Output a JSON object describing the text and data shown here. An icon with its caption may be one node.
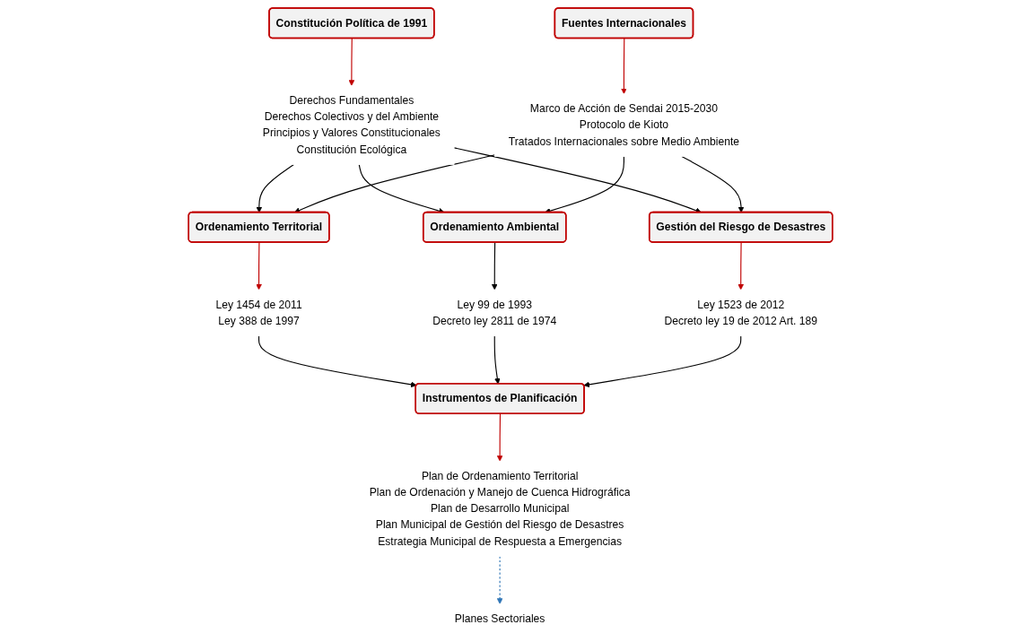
{
  "diagram": {
    "nodes": [
      {
        "text": [
          "Constitución Política de 1991"
        ]
      },
      {
        "text": [
          "Derechos Fundamentales",
          "Derechos Colectivos y del Ambiente",
          "Principios y Valores Constitucionales",
          "Constitución Ecológica"
        ]
      },
      {
        "text": [
          "Fuentes Internacionales"
        ]
      },
      {
        "text": [
          "Marco de Acción de Sendai 2015-2030",
          "Protocolo de Kioto",
          "Tratados Internacionales sobre Medio Ambiente"
        ]
      },
      {
        "text": [
          "Ordenamiento Territorial"
        ]
      },
      {
        "text": [
          "Ley 1454 de 2011",
          "Ley 388 de 1997"
        ]
      },
      {
        "text": [
          "Ordenamiento Ambiental"
        ]
      },
      {
        "text": [
          "Ley 99 de 1993",
          "Decreto ley 2811 de 1974"
        ]
      },
      {
        "text": [
          "Gestión del Riesgo de Desastres"
        ]
      },
      {
        "text": [
          "Ley 1523 de 2012",
          "Decreto ley 19 de 2012 Art. 189"
        ]
      },
      {
        "text": [
          "Instrumentos de Planificación"
        ]
      },
      {
        "text": [
          "Plan de Ordenamiento Territorial",
          "Plan de Ordenación y Manejo de Cuenca Hidrográfica",
          "Plan de Desarrollo Municipal",
          "Plan Municipal de Gestión del Riesgo de Desastres",
          "Estrategia Municipal de Respuesta a Emergencias"
        ]
      },
      {
        "text": [
          "Planes Sectoriales"
        ]
      }
    ],
    "edges": [
      {
        "from": 0,
        "to": 1,
        "arrow": "to",
        "color": "#c00000"
      },
      {
        "from": 2,
        "to": 3,
        "arrow": "to",
        "color": "#c00000"
      },
      {
        "from": 1,
        "to": 4,
        "arrow": "to"
      },
      {
        "from": 1,
        "to": 6,
        "arrow": "to"
      },
      {
        "from": 1,
        "to": 8,
        "arrow": "to"
      },
      {
        "from": 3,
        "to": 4,
        "arrow": "to"
      },
      {
        "from": 3,
        "to": 6,
        "arrow": "to"
      },
      {
        "from": 3,
        "to": 8,
        "arrow": "to"
      },
      {
        "from": 4,
        "to": 5,
        "arrow": "to",
        "color": "#c00000"
      },
      {
        "from": 6,
        "to": 7,
        "arrow": "to"
      },
      {
        "from": 8,
        "to": 9,
        "arrow": "to",
        "color": "#c00000"
      },
      {
        "from": 5,
        "to": 10,
        "arrow": "to"
      },
      {
        "from": 7,
        "to": 10,
        "arrow": "to"
      },
      {
        "from": 9,
        "to": 10,
        "arrow": "to"
      },
      {
        "from": 10,
        "to": 11,
        "arrow": "to",
        "color": "#c00000"
      },
      {
        "from": 11,
        "to": 12,
        "arrow": "to",
        "style": "dashed",
        "color": "#2e75b6"
      }
    ]
  }
}
